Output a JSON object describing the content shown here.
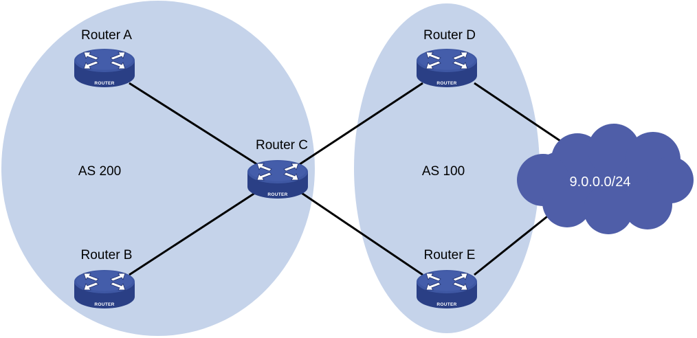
{
  "colors": {
    "as_fill": "#c5d3ea",
    "router_top": "#3e57a3",
    "router_side": "#2a3f85",
    "cloud": "#4f5ea8",
    "link": "#000000"
  },
  "areas": [
    {
      "id": "as200",
      "label": "AS 200"
    },
    {
      "id": "as100",
      "label": "AS 100"
    }
  ],
  "routers": [
    {
      "id": "A",
      "label": "Router A",
      "badge": "ROUTER",
      "icon": "router-icon"
    },
    {
      "id": "B",
      "label": "Router B",
      "badge": "ROUTER",
      "icon": "router-icon"
    },
    {
      "id": "C",
      "label": "Router C",
      "badge": "ROUTER",
      "icon": "router-icon"
    },
    {
      "id": "D",
      "label": "Router D",
      "badge": "ROUTER",
      "icon": "router-icon"
    },
    {
      "id": "E",
      "label": "Router E",
      "badge": "ROUTER",
      "icon": "router-icon"
    }
  ],
  "network": {
    "label": "9.0.0.0/24",
    "icon": "cloud-icon"
  },
  "links": [
    {
      "from": "A",
      "to": "C"
    },
    {
      "from": "B",
      "to": "C"
    },
    {
      "from": "C",
      "to": "D"
    },
    {
      "from": "C",
      "to": "E"
    },
    {
      "from": "D",
      "to": "network"
    },
    {
      "from": "E",
      "to": "network"
    }
  ]
}
